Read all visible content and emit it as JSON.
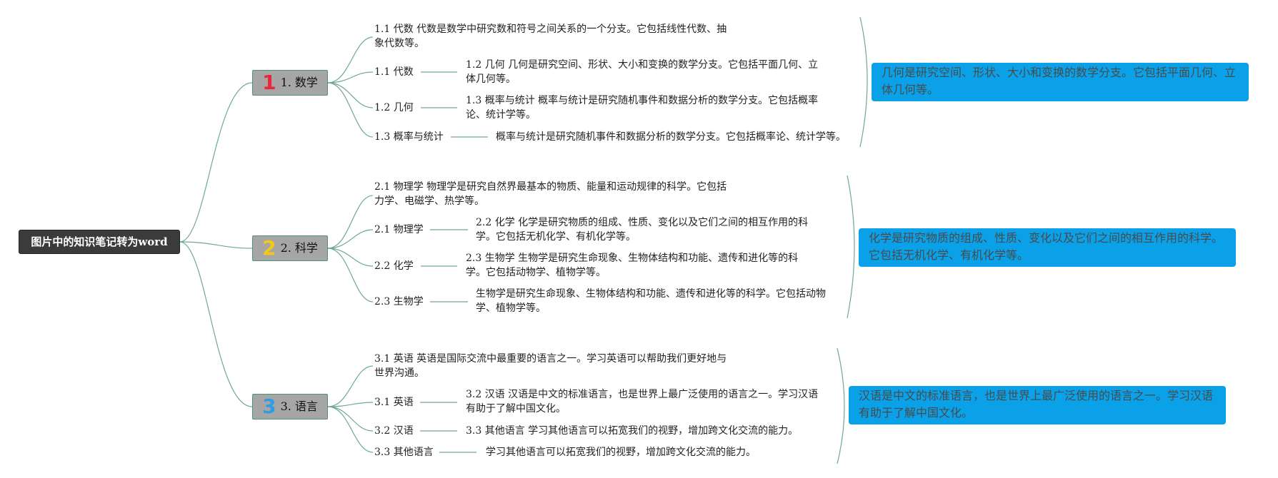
{
  "root": {
    "label": "图片中的知识笔记转为word"
  },
  "branches": [
    {
      "number": "1",
      "number_color": "#e8273a",
      "label": "1. 数学",
      "intro": "1.1 代数 代数是数学中研究数和符号之间关系的一个分支。它包括线性代数、抽象代数等。",
      "topics": [
        {
          "label": "1.1 代数",
          "detail": "1.2 几何 几何是研究空间、形状、大小和变换的数学分支。它包括平面几何、立体几何等。"
        },
        {
          "label": "1.2 几何",
          "detail": "1.3 概率与统计 概率与统计是研究随机事件和数据分析的数学分支。它包括概率论、统计学等。"
        },
        {
          "label": "1.3 概率与统计",
          "detail": "概率与统计是研究随机事件和数据分析的数学分支。它包括概率论、统计学等。"
        }
      ],
      "note": "几何是研究空间、形状、大小和变换的数学分支。它包括平面几何、立体几何等。"
    },
    {
      "number": "2",
      "number_color": "#f2c81b",
      "label": "2. 科学",
      "intro": "2.1 物理学 物理学是研究自然界最基本的物质、能量和运动规律的科学。它包括力学、电磁学、热学等。",
      "topics": [
        {
          "label": "2.1 物理学",
          "detail": "2.2 化学 化学是研究物质的组成、性质、变化以及它们之间的相互作用的科学。它包括无机化学、有机化学等。"
        },
        {
          "label": "2.2 化学",
          "detail": "2.3 生物学 生物学是研究生命现象、生物体结构和功能、遗传和进化等的科学。它包括动物学、植物学等。"
        },
        {
          "label": "2.3 生物学",
          "detail": "生物学是研究生命现象、生物体结构和功能、遗传和进化等的科学。它包括动物学、植物学等。"
        }
      ],
      "note": "化学是研究物质的组成、性质、变化以及它们之间的相互作用的科学。它包括无机化学、有机化学等。"
    },
    {
      "number": "3",
      "number_color": "#2f9de0",
      "label": "3. 语言",
      "intro": "3.1 英语 英语是国际交流中最重要的语言之一。学习英语可以帮助我们更好地与世界沟通。",
      "topics": [
        {
          "label": "3.1 英语",
          "detail": "3.2 汉语 汉语是中文的标准语言，也是世界上最广泛使用的语言之一。学习汉语有助于了解中国文化。"
        },
        {
          "label": "3.2 汉语",
          "detail": "3.3 其他语言 学习其他语言可以拓宽我们的视野，增加跨文化交流的能力。"
        },
        {
          "label": "3.3 其他语言",
          "detail": "学习其他语言可以拓宽我们的视野，增加跨文化交流的能力。"
        }
      ],
      "note": "汉语是中文的标准语言，也是世界上最广泛使用的语言之一。学习汉语有助于了解中国文化。"
    }
  ],
  "colors": {
    "connector": "#6ea89a",
    "note_bg": "#0aa1e8",
    "root_bg": "#3b3b3b",
    "branch_bg": "#a6a6a6"
  }
}
